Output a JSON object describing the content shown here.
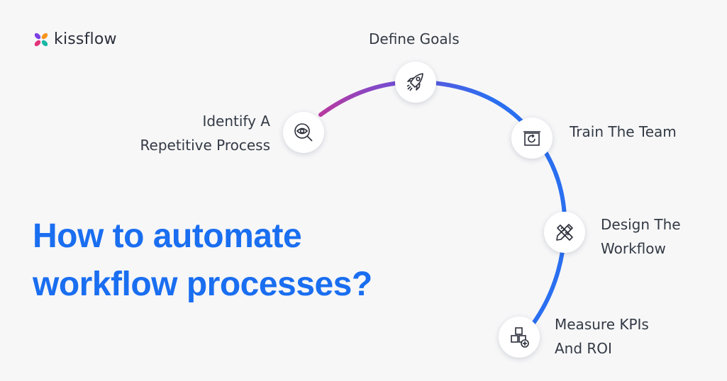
{
  "brand": {
    "name": "kissflow"
  },
  "headline": {
    "line1": "How to automate",
    "line2": "workflow processes?"
  },
  "colors": {
    "headline": "#1a6ef0",
    "arc_start": "#c0379a",
    "arc_mid": "#6d4fd8",
    "arc_end": "#2a6ff0",
    "logo_purple": "#7b3fe4",
    "logo_orange": "#f7931e",
    "logo_pink": "#e2337a",
    "logo_teal": "#19b7a5"
  },
  "steps": [
    {
      "lines": [
        "Identify A",
        "Repetitive Process"
      ],
      "icon": "eye-search-icon"
    },
    {
      "lines": [
        "Define Goals"
      ],
      "icon": "rocket-icon"
    },
    {
      "lines": [
        "Train The Team"
      ],
      "icon": "board-refresh-icon"
    },
    {
      "lines": [
        "Design The",
        "Workflow"
      ],
      "icon": "pencil-ruler-icon"
    },
    {
      "lines": [
        "Measure KPIs",
        "And ROI"
      ],
      "icon": "blocks-plus-icon"
    }
  ]
}
